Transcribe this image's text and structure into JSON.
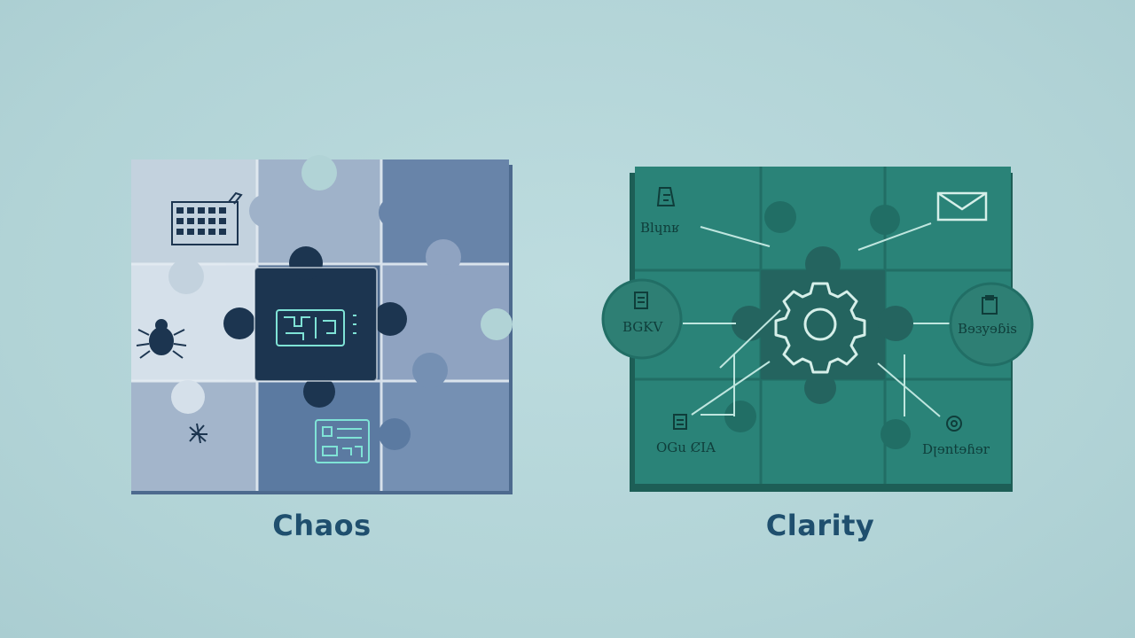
{
  "panels": {
    "chaos": {
      "caption": "Chaos",
      "colors": {
        "light": "#c3d3df",
        "mid": "#8fa5c3",
        "dark": "#5f7fa5",
        "center": "#1c3550",
        "glow": "#7fe3d6"
      },
      "icons": [
        "calendar-icon",
        "bug-icon",
        "chip-icon",
        "tangle-icon",
        "receipt-icon"
      ]
    },
    "clarity": {
      "caption": "Clarity",
      "colors": {
        "base": "#2a8378",
        "tile": "#2f8c80",
        "center": "#24645f",
        "line": "#bfe6df",
        "node": "#2e7f74"
      },
      "center_icon": "gear-icon",
      "labels": {
        "top_left": "Blɥnʁ",
        "mid_left": "BGKV",
        "bottom_left": "OGu ȻIA",
        "mid_right": "Bɘɜyɘɓis",
        "bottom_right": "Dꞁɘntɘɦɘr"
      },
      "icons": [
        "document-icon",
        "mail-icon",
        "file-icon",
        "clipboard-icon",
        "people-icon"
      ]
    }
  }
}
